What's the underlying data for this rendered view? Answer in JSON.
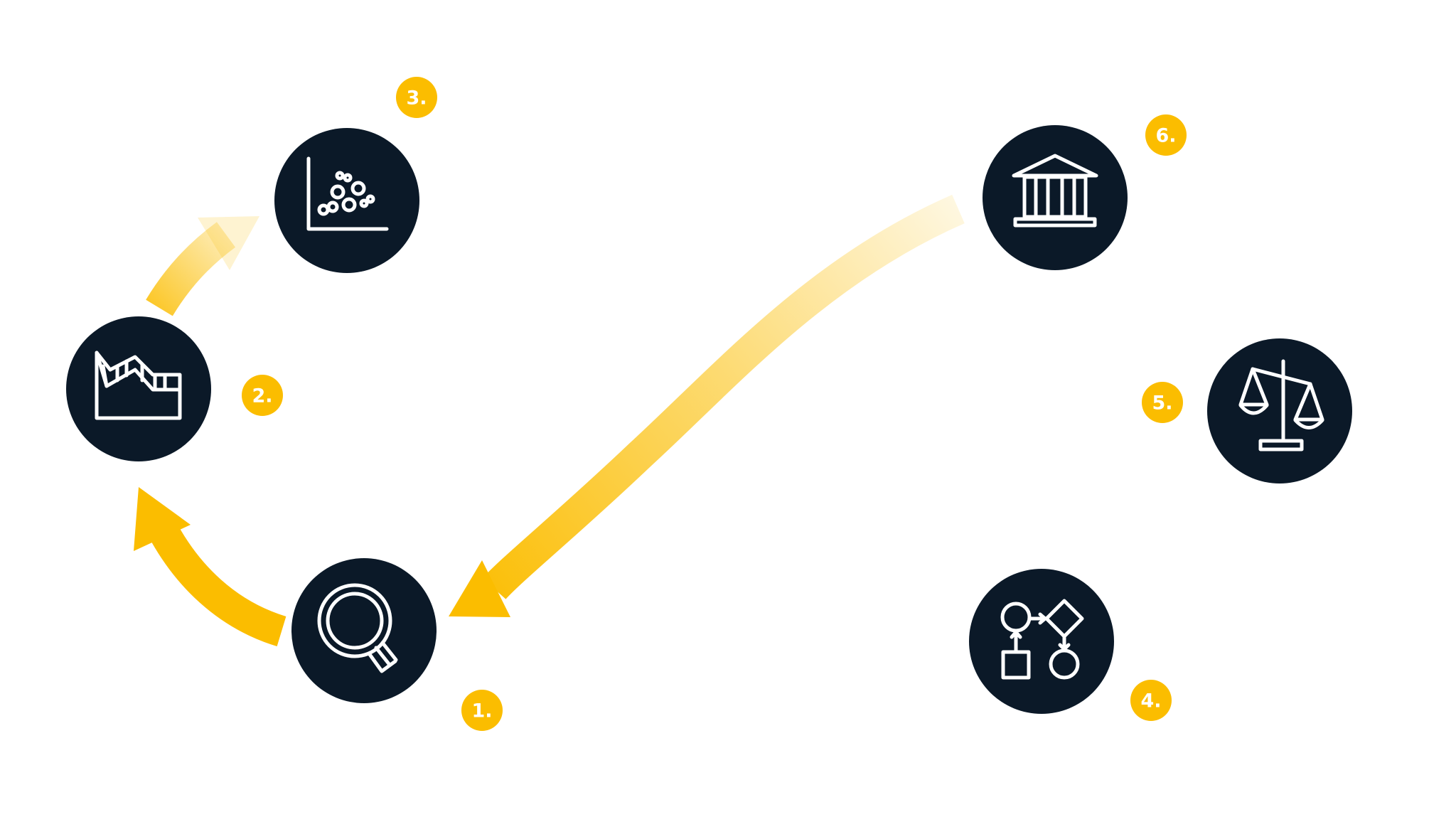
{
  "colors": {
    "node_fill": "#0b1928",
    "accent": "#fbbd00",
    "icon": "#ffffff"
  },
  "nodes": [
    {
      "id": "1",
      "label": "1.",
      "icon": "magnifier-icon"
    },
    {
      "id": "2",
      "label": "2.",
      "icon": "factory-icon"
    },
    {
      "id": "3",
      "label": "3.",
      "icon": "scatter-plot-icon"
    },
    {
      "id": "4",
      "label": "4.",
      "icon": "process-flow-icon"
    },
    {
      "id": "5",
      "label": "5.",
      "icon": "scales-of-justice-icon"
    },
    {
      "id": "6",
      "label": "6.",
      "icon": "bank-building-icon"
    }
  ]
}
